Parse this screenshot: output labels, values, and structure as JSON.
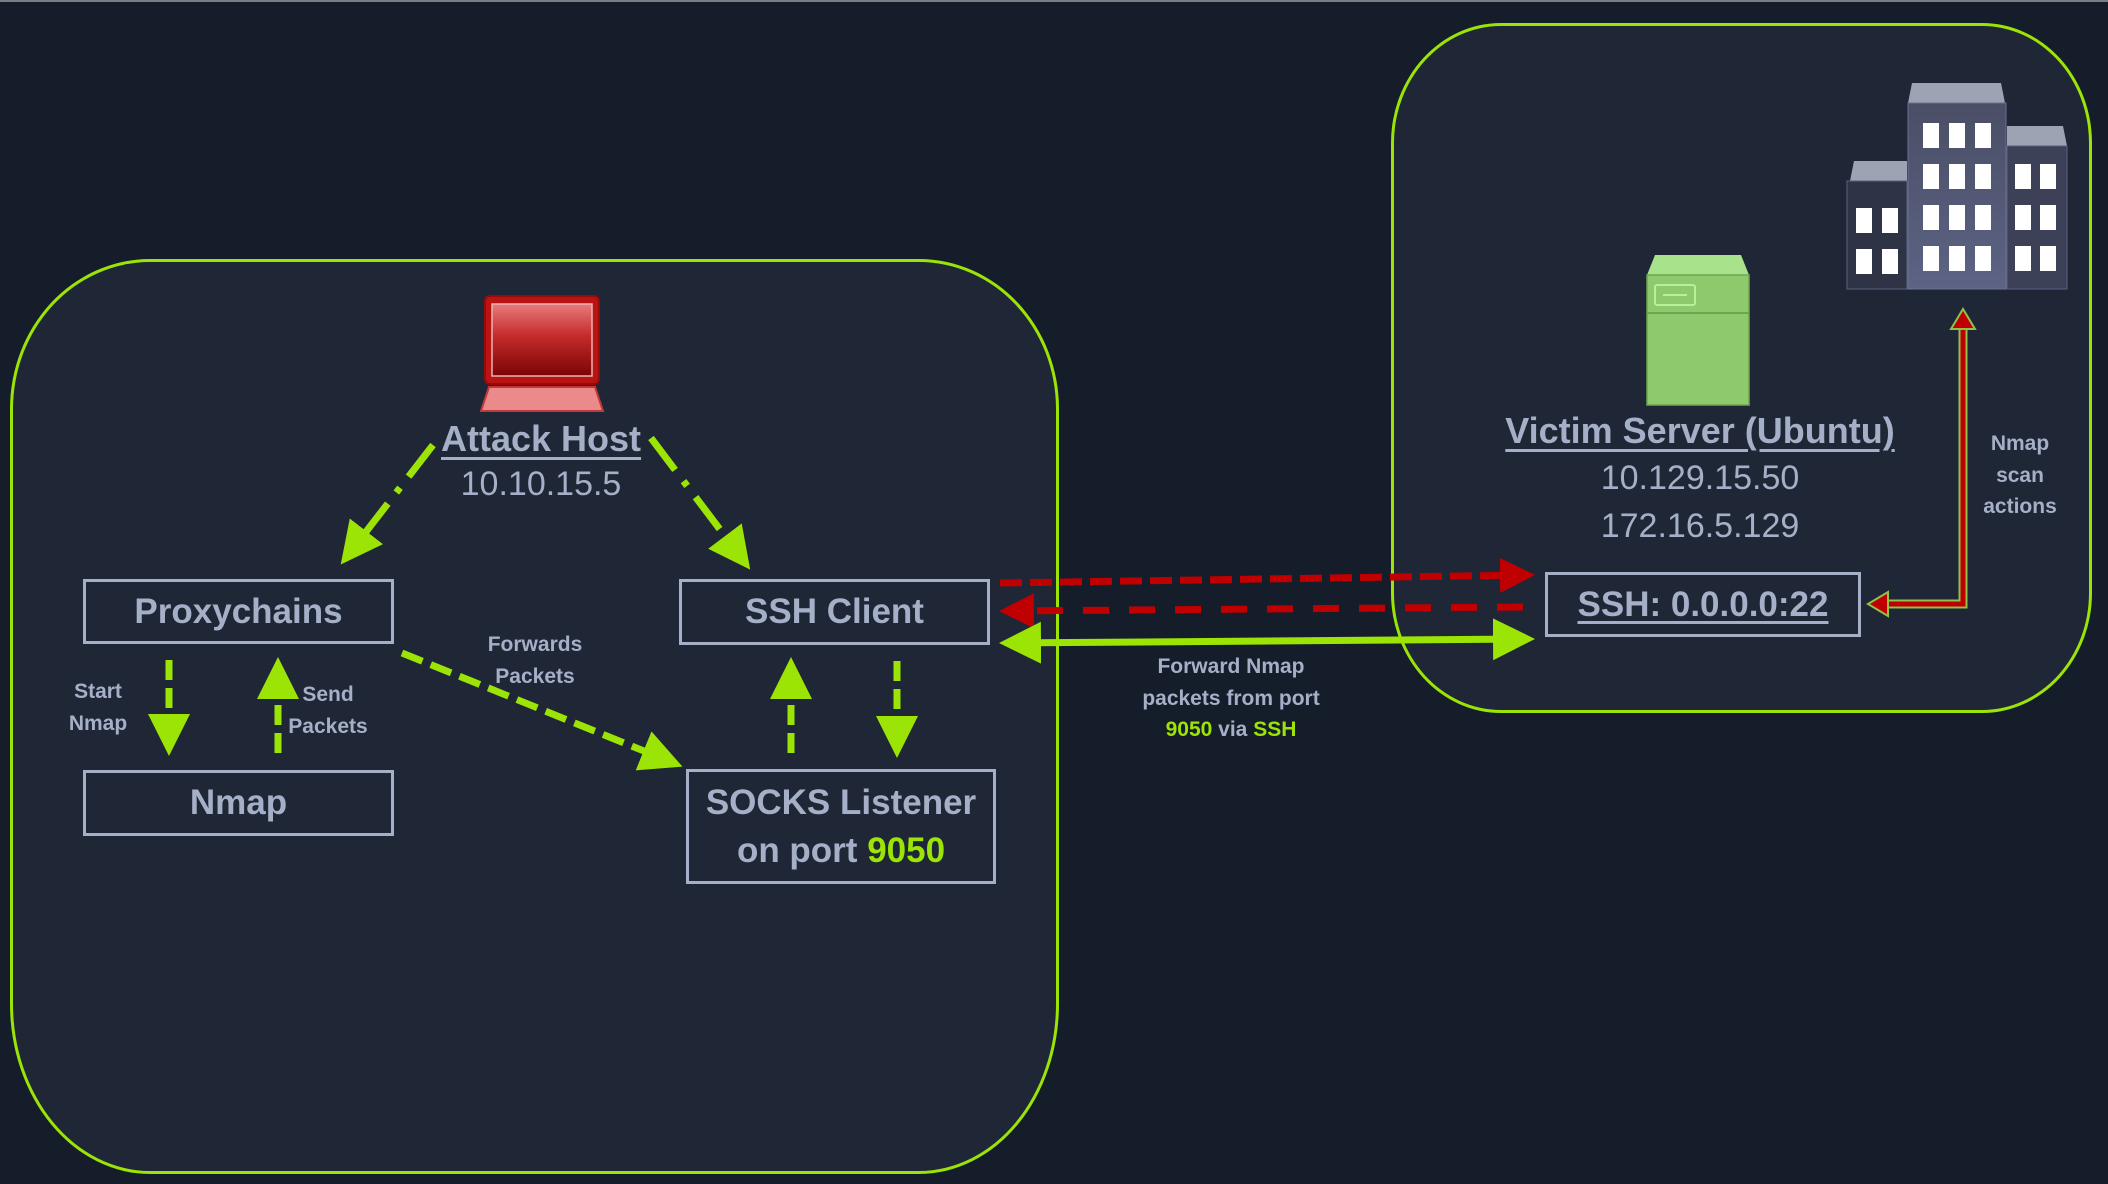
{
  "attack_host": {
    "title": "Attack Host",
    "ip": "10.10.15.5",
    "icon": "laptop-icon"
  },
  "victim_server": {
    "title": "Victim Server (Ubuntu)",
    "ips": [
      "10.129.15.50",
      "172.16.5.129"
    ],
    "icon": "server-icon"
  },
  "network_icon": "office-buildings-icon",
  "nodes": {
    "proxychains": "Proxychains",
    "nmap": "Nmap",
    "ssh_client": "SSH Client",
    "socks_listener": {
      "line1": "SOCKS Listener",
      "line2_prefix": "on port ",
      "port": "9050"
    },
    "ssh_server": "SSH: 0.0.0.0:22"
  },
  "labels": {
    "start_nmap": [
      "Start",
      "Nmap"
    ],
    "send_packets": [
      "Send",
      "Packets"
    ],
    "forwards_packets": [
      "Forwards",
      "Packets"
    ],
    "forward_nmap": {
      "line1": "Forward Nmap",
      "line2": "packets from port",
      "port": "9050",
      "via": " via ",
      "ssh": "SSH"
    },
    "nmap_scan_actions": [
      "Nmap",
      "scan",
      "actions"
    ]
  },
  "colors": {
    "background": "#151d2b",
    "panel": "#1f2736",
    "accent_green": "#9be406",
    "accent_red": "#c00000",
    "text": "#a5b0c8"
  }
}
